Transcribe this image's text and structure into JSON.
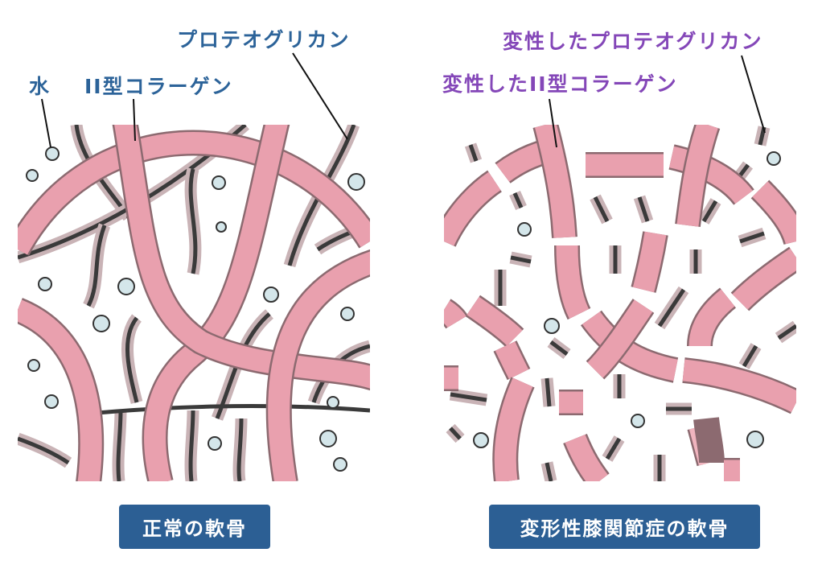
{
  "left_panel": {
    "labels": {
      "water": "水",
      "collagen": "II型コラーゲン",
      "proteoglycan": "プロテオグリカン"
    },
    "caption": "正常の軟骨"
  },
  "right_panel": {
    "labels": {
      "collagen": "変性したII型コラーゲン",
      "proteoglycan": "変性したプロテオグリカン"
    },
    "caption": "変形性膝関節症の軟骨"
  },
  "colors": {
    "label_normal": "#2c6399",
    "label_degenerated": "#8447b8",
    "caption_bg": "#2c5f94",
    "collagen": "#e9a0ae",
    "proteoglycan_core": "#3a3a3a",
    "water": "#d4e6ea"
  }
}
